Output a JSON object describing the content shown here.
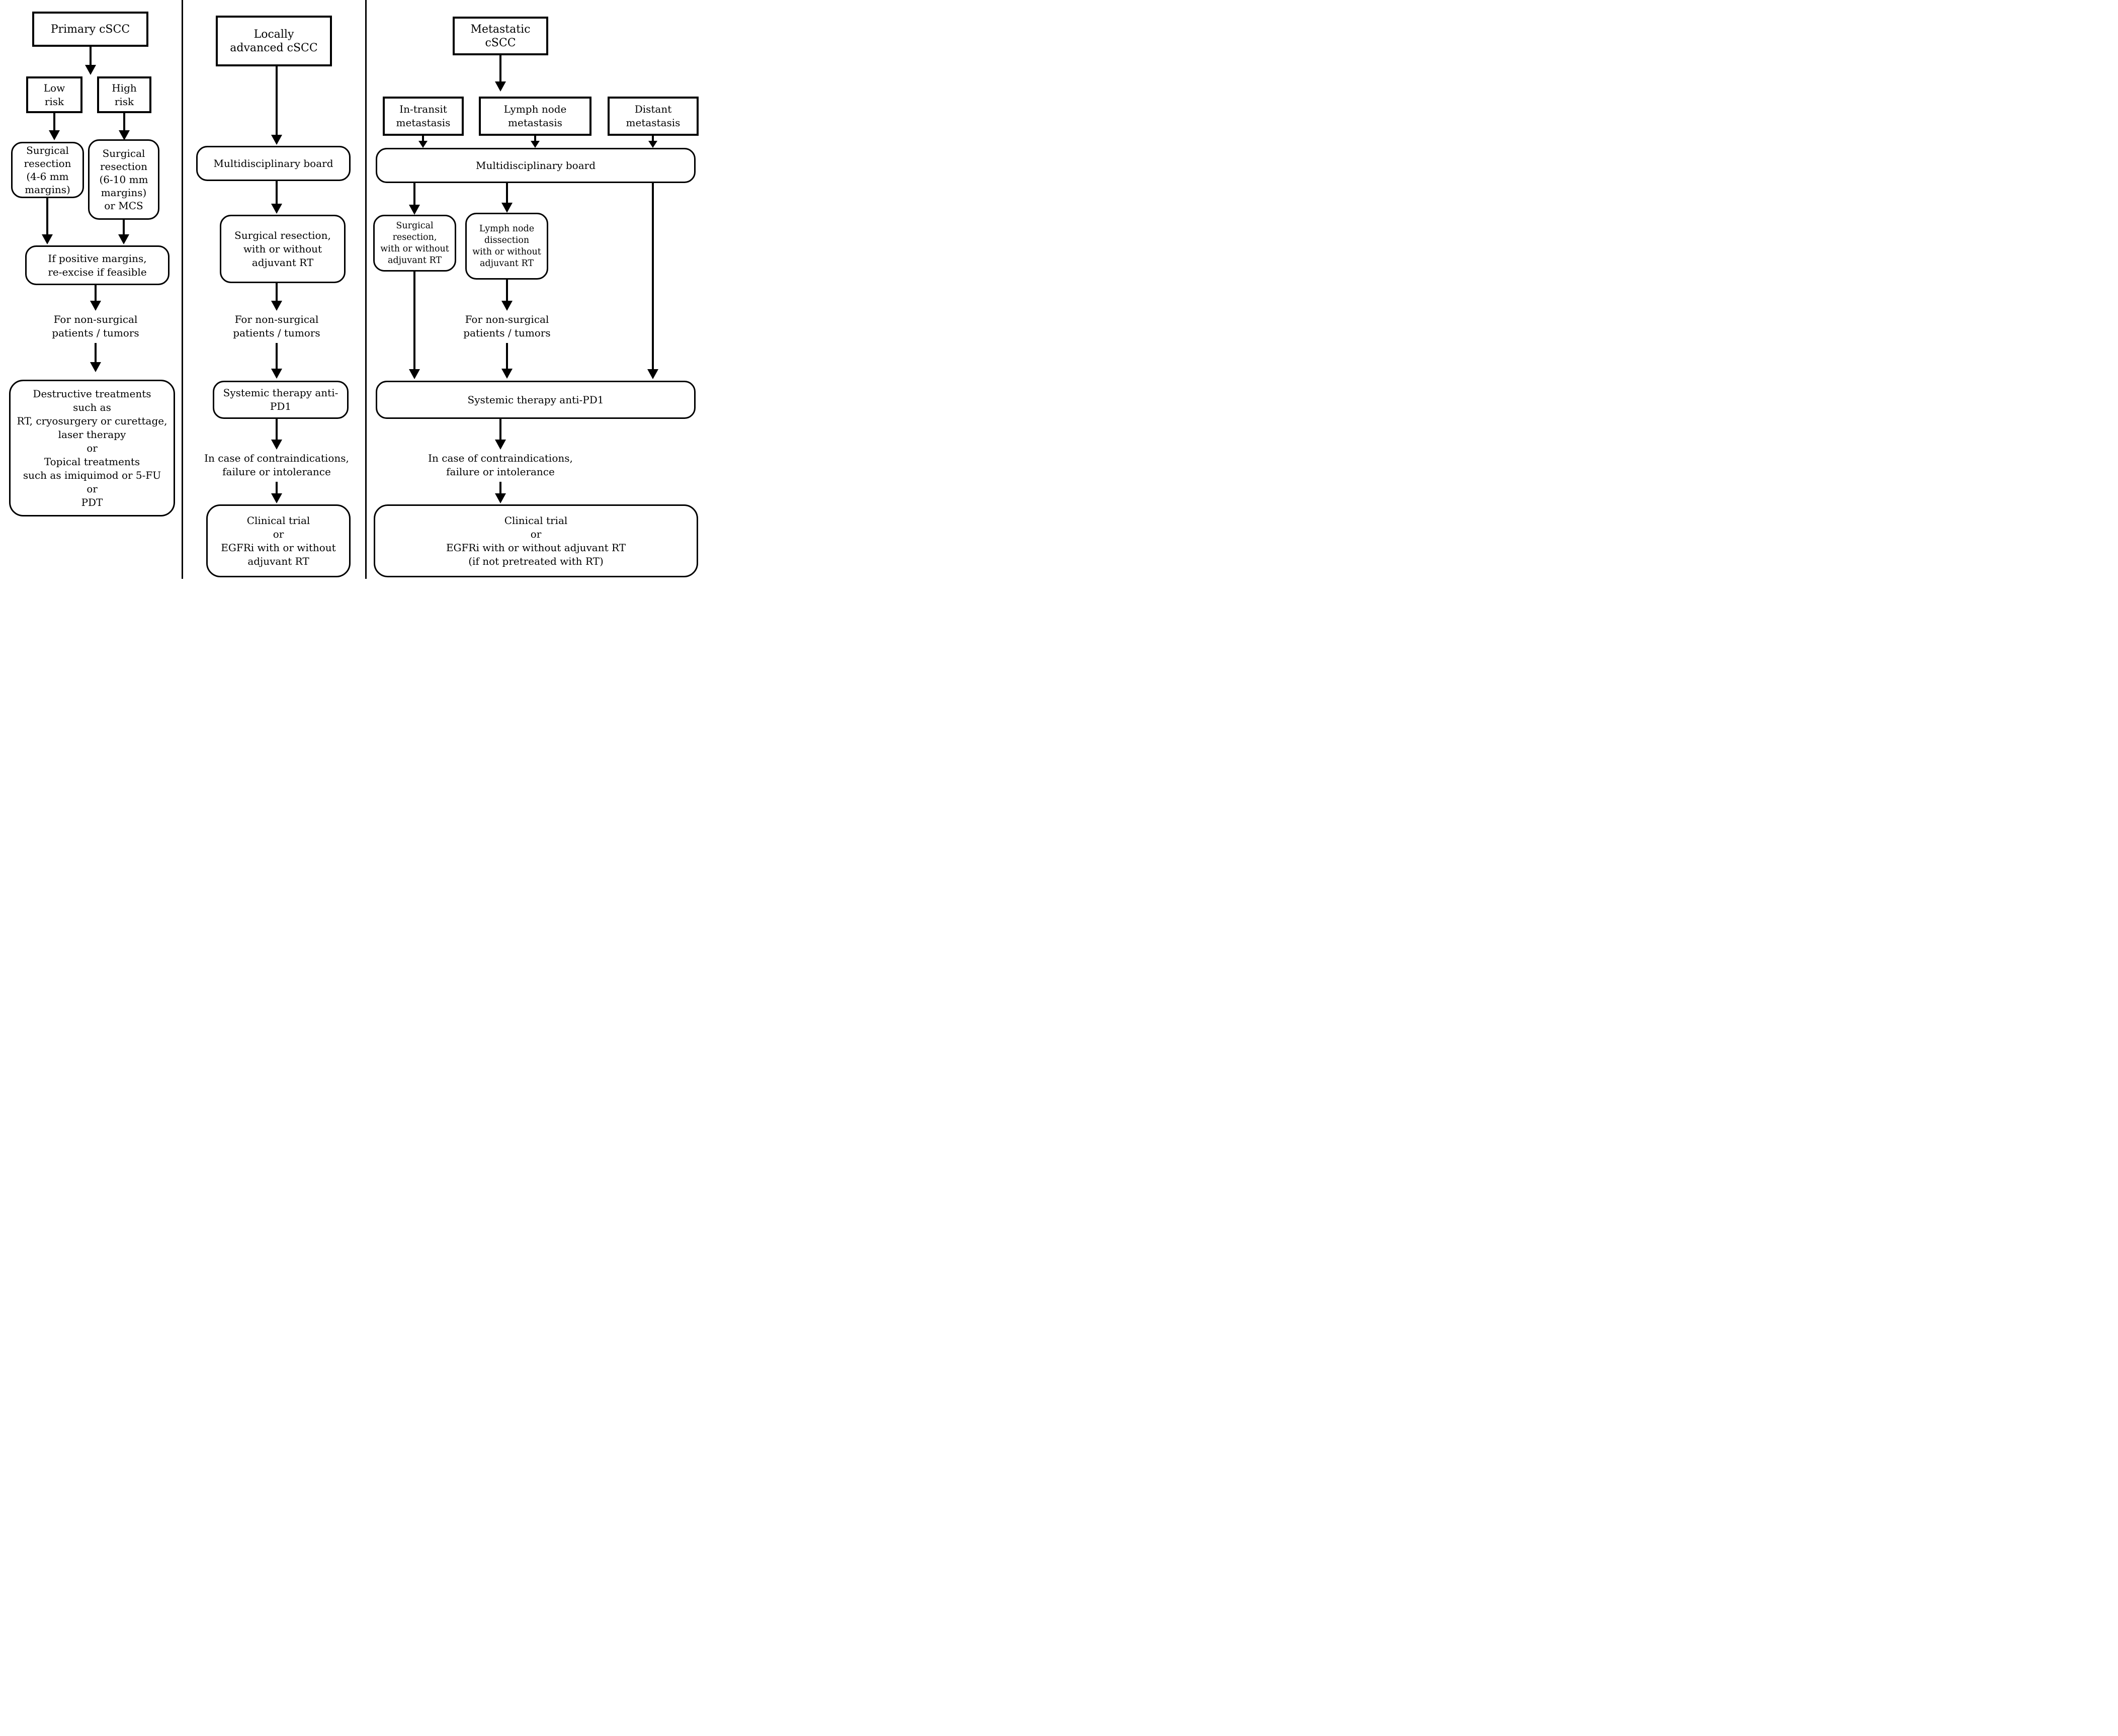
{
  "colors": {
    "ink": "#000000",
    "background": "#ffffff"
  },
  "col1": {
    "primary": "Primary cSCC",
    "low_risk": "Low\nrisk",
    "high_risk": "High\nrisk",
    "surg_low": "Surgical\nresection\n(4-6 mm\nmargins)",
    "surg_high": "Surgical\nresection\n(6-10 mm\nmargins)\nor MCS",
    "if_positive": "If positive margins,\nre-excise if feasible",
    "non_surgical": "For non-surgical\npatients / tumors",
    "destructive": "Destructive treatments\nsuch as\nRT, cryosurgery or curettage,\nlaser therapy\nor\nTopical treatments\nsuch as imiquimod or 5-FU\nor\nPDT"
  },
  "col2": {
    "locally": "Locally\nadvanced cSCC",
    "board": "Multidisciplinary board",
    "surg": "Surgical resection,\nwith or without\nadjuvant RT",
    "non_surgical": "For non-surgical\npatients / tumors",
    "systemic": "Systemic therapy anti-PD1",
    "in_case": "In case of contraindications,\nfailure or intolerance",
    "clinical": "Clinical trial\nor\nEGFRi with or without\nadjuvant RT"
  },
  "col3": {
    "metastatic": "Metastatic cSCC",
    "in_transit": "In-transit\nmetastasis",
    "lymph_met": "Lymph node\nmetastasis",
    "distant": "Distant\nmetastasis",
    "board": "Multidisciplinary board",
    "surg": "Surgical resection,\nwith or without\nadjuvant RT",
    "lymph_dissection": "Lymph node\ndissection\nwith or without\nadjuvant RT",
    "non_surgical": "For non-surgical\npatients / tumors",
    "systemic": "Systemic therapy anti-PD1",
    "in_case": "In case of contraindications,\nfailure or intolerance",
    "clinical": "Clinical trial\nor\nEGFRi with or without adjuvant RT\n(if not pretreated with RT)"
  }
}
